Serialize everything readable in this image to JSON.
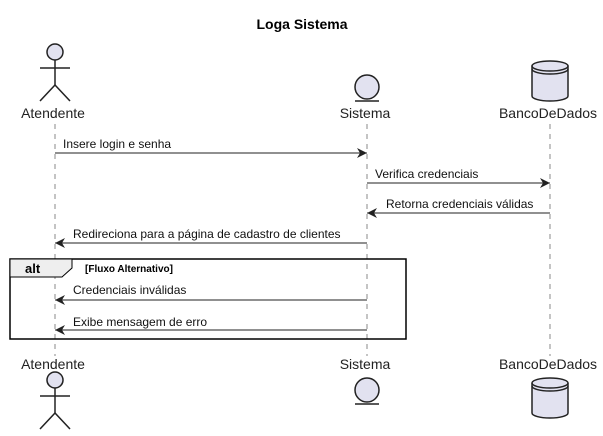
{
  "title": "Loga Sistema",
  "participants": {
    "atendente": "Atendente",
    "sistema": "Sistema",
    "banco": "BancoDeDados"
  },
  "messages": {
    "m1": "Insere login e senha",
    "m2": "Verifica credenciais",
    "m3": "Retorna credenciais válidas",
    "m4": "Redireciona para a página de cadastro de clientes",
    "m5": "Credenciais inválidas",
    "m6": "Exibe mensagem de erro"
  },
  "alt": {
    "keyword": "alt",
    "guard": "[Fluxo Alternativo]"
  },
  "colors": {
    "participant_fill": "#e2e2f0",
    "line": "#222222"
  }
}
